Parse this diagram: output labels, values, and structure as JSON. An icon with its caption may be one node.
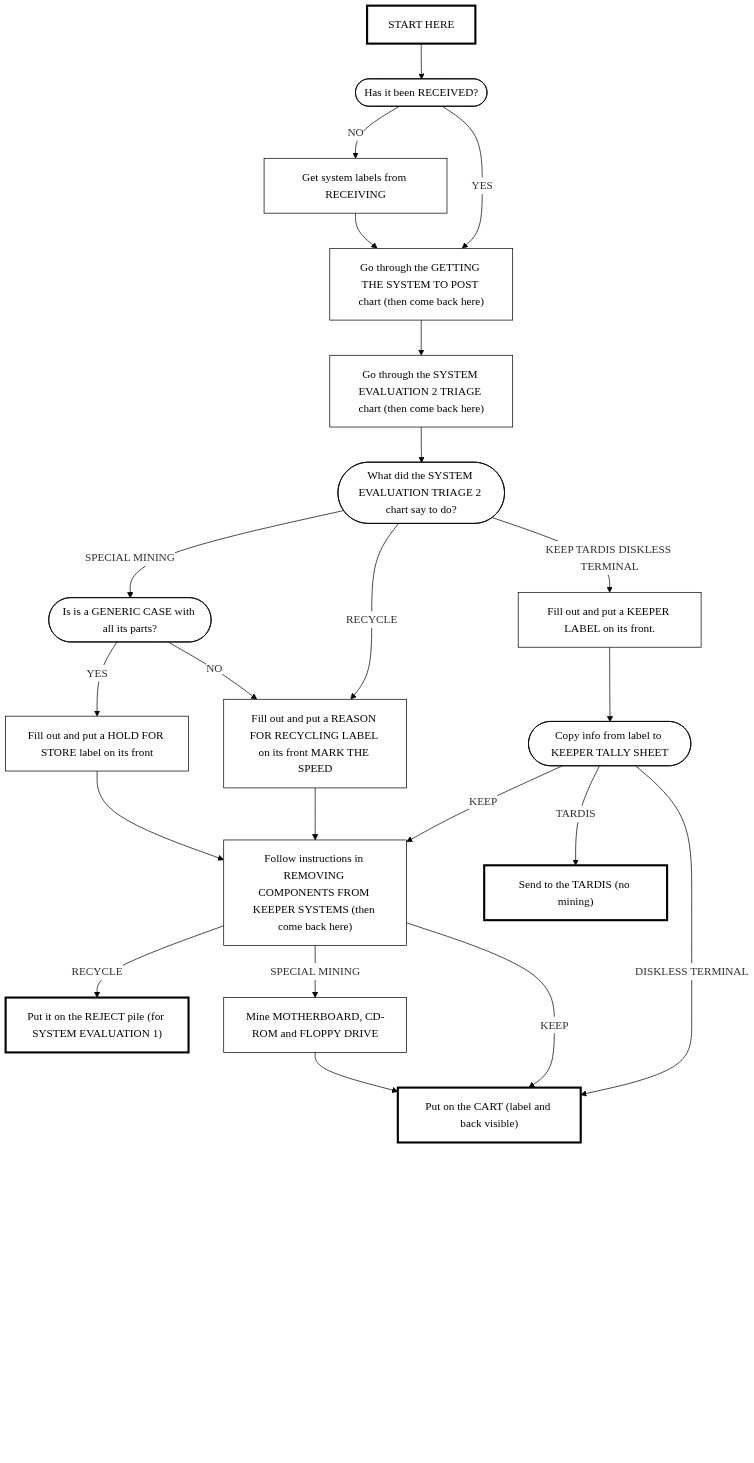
{
  "diagram": {
    "nodes": [
      {
        "text": [
          "START HERE"
        ]
      },
      {
        "text": [
          "Has it been RECEIVED?"
        ]
      },
      {
        "text": [
          "Get system labels from RECEIVING"
        ]
      },
      {
        "text": [
          "Go through the GETTING THE SYSTEM TO POST chart (then come back here)"
        ]
      },
      {
        "text": [
          "Go through the SYSTEM EVALUATION 2 TRIAGE chart (then come back here)"
        ]
      },
      {
        "text": [
          "What did the SYSTEM EVALUATION TRIAGE 2 chart say to do?"
        ]
      },
      {
        "text": [
          "Is is a GENERIC CASE with all its parts?"
        ]
      },
      {
        "text": [
          "Fill out and put a KEEPER LABEL on its front."
        ]
      },
      {
        "text": [
          "Fill out and put a HOLD FOR STORE label on its front"
        ]
      },
      {
        "text": [
          "Fill out and put a REASON FOR RECYCLING LABEL on its front MARK THE SPEED"
        ]
      },
      {
        "text": [
          "Copy info from label to KEEPER TALLY SHEET"
        ]
      },
      {
        "text": [
          "Follow instructions in REMOVING COMPONENTS FROM KEEPER SYSTEMS (then come back here)"
        ]
      },
      {
        "text": [
          "Send to the TARDIS (no mining)"
        ]
      },
      {
        "text": [
          "Put it on the REJECT pile (for SYSTEM EVALUATION 1)"
        ]
      },
      {
        "text": [
          "Mine MOTHERBOARD, CD-ROM and FLOPPY DRIVE"
        ]
      },
      {
        "text": [
          "Put on the CART (label and back visible)"
        ]
      }
    ],
    "edges": [
      {
        "from": 0,
        "to": 1,
        "arrow": "to"
      },
      {
        "from": 1,
        "to": 2,
        "arrow": "to",
        "label": "NO"
      },
      {
        "from": 1,
        "to": 3,
        "arrow": "to",
        "label": "YES"
      },
      {
        "from": 2,
        "to": 3,
        "arrow": "to"
      },
      {
        "from": 3,
        "to": 4,
        "arrow": "to"
      },
      {
        "from": 4,
        "to": 5,
        "arrow": "to"
      },
      {
        "from": 5,
        "to": 6,
        "arrow": "to",
        "label": "SPECIAL MINING"
      },
      {
        "from": 5,
        "to": 9,
        "arrow": "to",
        "label": "RECYCLE"
      },
      {
        "from": 5,
        "to": 7,
        "arrow": "to",
        "label": "KEEP TARDIS DISKLESS TERMINAL"
      },
      {
        "from": 6,
        "to": 8,
        "arrow": "to",
        "label": "YES"
      },
      {
        "from": 6,
        "to": 9,
        "arrow": "to",
        "label": "NO"
      },
      {
        "from": 7,
        "to": 10,
        "arrow": "to"
      },
      {
        "from": 8,
        "to": 11,
        "arrow": "to"
      },
      {
        "from": 9,
        "to": 11,
        "arrow": "to"
      },
      {
        "from": 10,
        "to": 11,
        "arrow": "to",
        "label": "KEEP"
      },
      {
        "from": 10,
        "to": 12,
        "arrow": "to",
        "label": "TARDIS"
      },
      {
        "from": 10,
        "to": 15,
        "arrow": "to",
        "label": "DISKLESS TERMINAL"
      },
      {
        "from": 11,
        "to": 13,
        "arrow": "to",
        "label": "RECYCLE"
      },
      {
        "from": 11,
        "to": 14,
        "arrow": "to",
        "label": "SPECIAL MINING"
      },
      {
        "from": 11,
        "to": 15,
        "arrow": "to",
        "label": "KEEP"
      },
      {
        "from": 14,
        "to": 15,
        "arrow": "to"
      }
    ]
  }
}
